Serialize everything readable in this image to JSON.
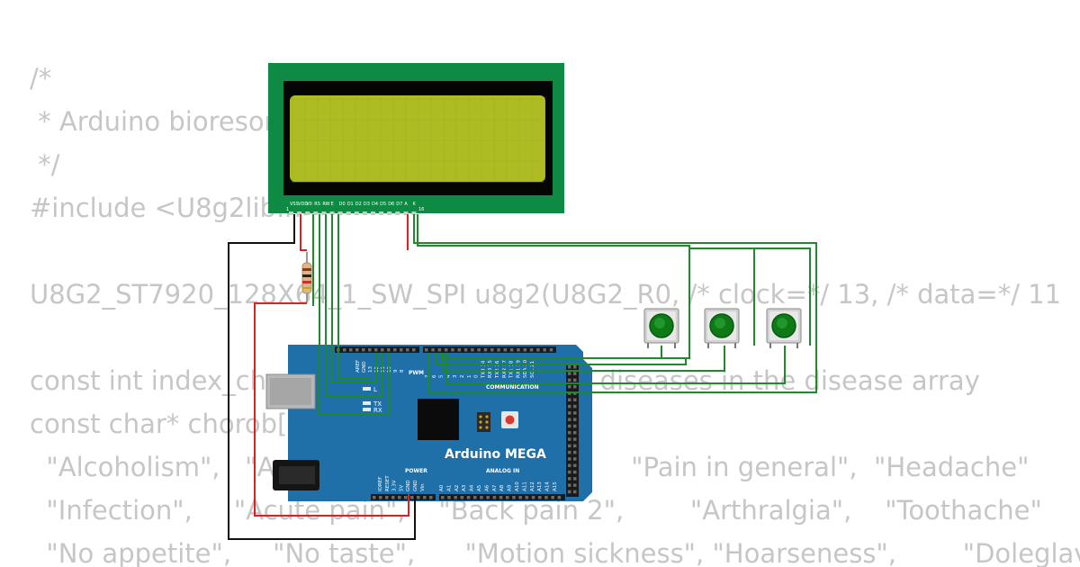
{
  "code_lines": [
    "/*",
    " * Arduino bioresonance",
    " */",
    "#include <U8g2lib.h>",
    "",
    "U8G2_ST7920_128X64_1_SW_SPI u8g2(U8G2_R0, /* clock=*/ 13, /* data=*/ 11",
    "",
    "const int index_chorob = 100; // number of diseases in the disease array",
    "const char* chorob[] = {",
    "  \"Alcoholism\",   \"Angina\",    \"Headache\",        \"Pain in general\",  \"Headache\"",
    "  \"Infection\",     \"Acute pain\",    \"Back pain 2\",        \"Arthralgia\",    \"Toothache\"",
    "  \"No appetite\",     \"No taste\",      \"Motion sickness\", \"Hoarseness\",        \"Doleglave\""
  ],
  "lcd": {
    "pin_labels": [
      "VSS",
      "VDD",
      "V0",
      "RS",
      "RW",
      "E",
      "D0",
      "D1",
      "D2",
      "D3",
      "D4",
      "D5",
      "D6",
      "D7",
      "A",
      "K"
    ],
    "pin_first": "1",
    "pin_last": "16"
  },
  "board": {
    "name": "Arduino MEGA",
    "label_pwm": "PWM",
    "label_communication": "COMMUNICATION",
    "label_power": "POWER",
    "label_analog_in": "ANALOG IN",
    "label_l": "L",
    "label_tx": "TX",
    "label_rx": "RX",
    "top_pins_left": [
      "AREF",
      "GND",
      "13",
      "12",
      "11",
      "10",
      "9",
      "8"
    ],
    "top_pins_right": [
      "7",
      "6",
      "5",
      "4",
      "3",
      "2",
      "1",
      "0",
      "TX3 14",
      "RX3 15",
      "TX2 16",
      "RX2 17",
      "TX1 18",
      "RX1 19",
      "SDA 20",
      "SCL 21"
    ],
    "power_pins": [
      "IOREF",
      "RESET",
      "3.3V",
      "5V",
      "GND",
      "GND",
      "Vin"
    ],
    "analog_pins": [
      "A0",
      "A1",
      "A2",
      "A3",
      "A4",
      "A5",
      "A6",
      "A7",
      "A8",
      "A9",
      "A10",
      "A11",
      "A12",
      "A13",
      "A14",
      "A15"
    ]
  },
  "colors": {
    "lcd_pcb": "#0f8a45",
    "lcd_screen": "#aebc24",
    "board": "#1f6fa8",
    "wire_green": "#1f8a2c",
    "wire_red": "#e02020",
    "wire_black": "#111111",
    "code_text": "#c6c6c6"
  }
}
